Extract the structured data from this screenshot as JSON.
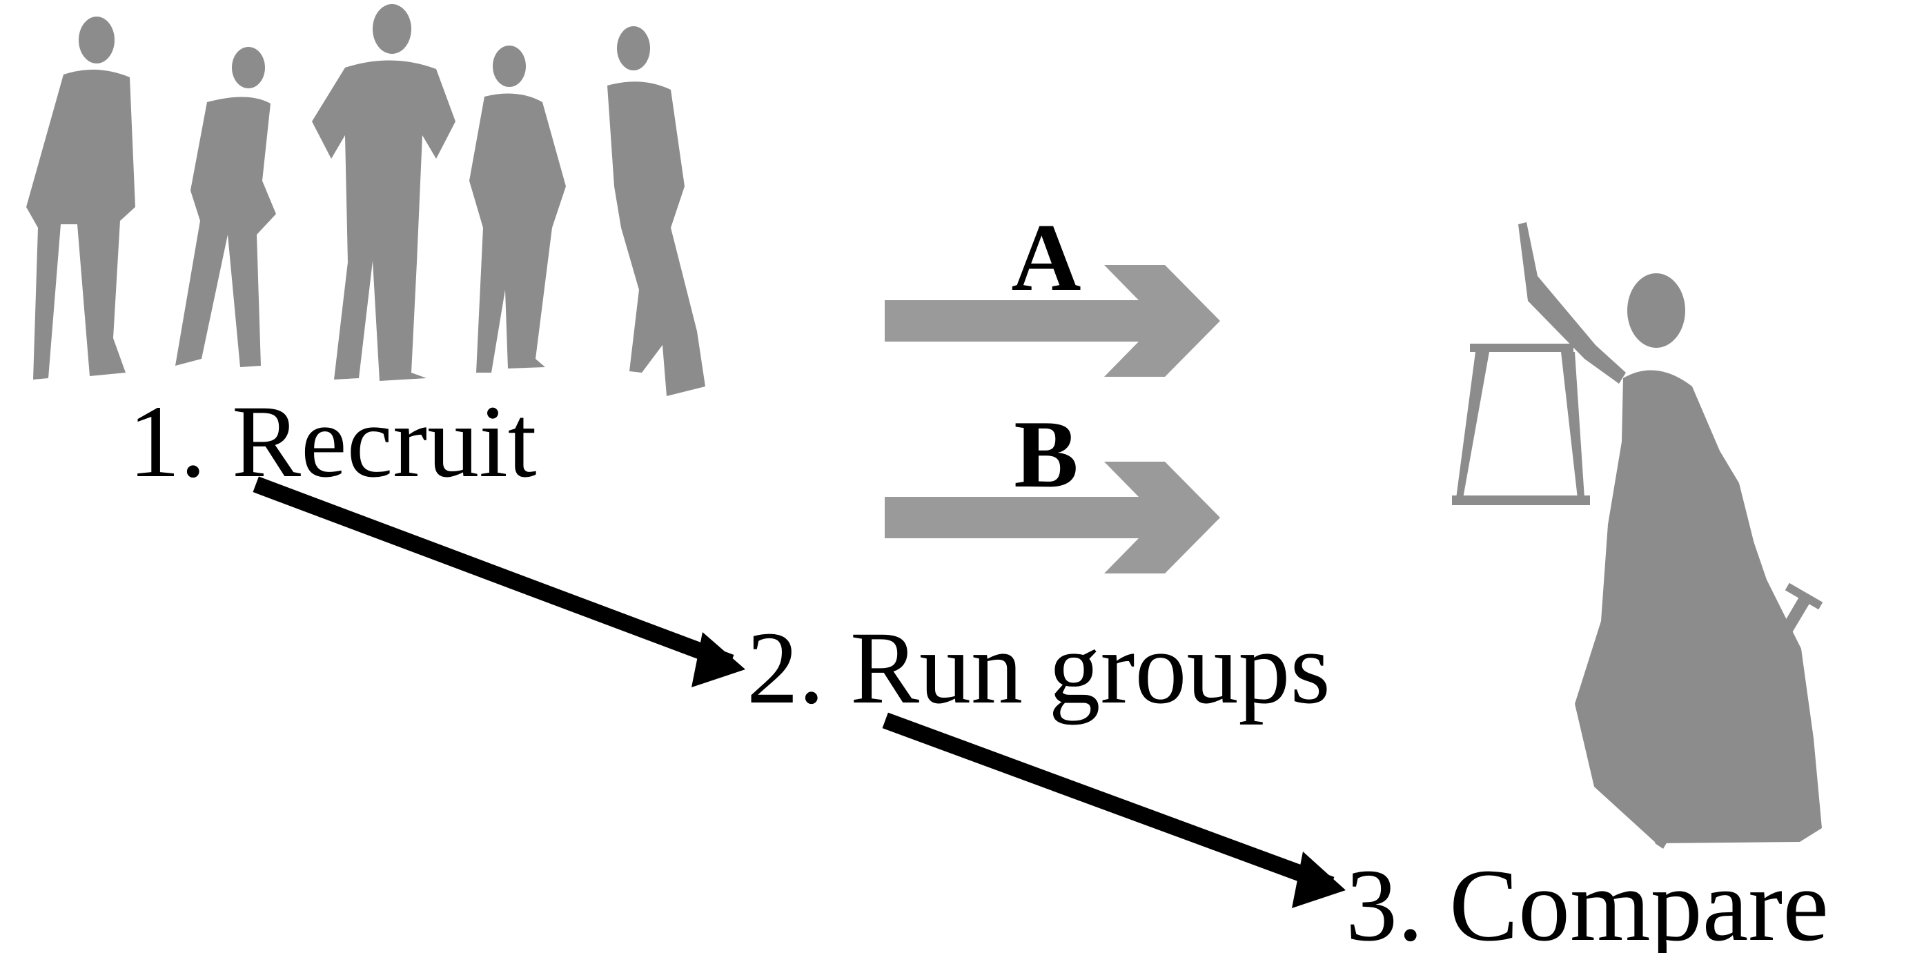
{
  "steps": {
    "recruit": "1. Recruit",
    "run_groups": "2. Run groups",
    "compare": "3. Compare"
  },
  "groups": {
    "a": "A",
    "b": "B"
  },
  "colors": {
    "silhouette": "#8c8c8c",
    "group_arrow": "#9a9a9a",
    "flow_arrow": "#000000",
    "text": "#000000",
    "background": "#ffffff"
  },
  "icons": {
    "people": "people-group-silhouette-icon",
    "justice": "lady-justice-icon"
  }
}
